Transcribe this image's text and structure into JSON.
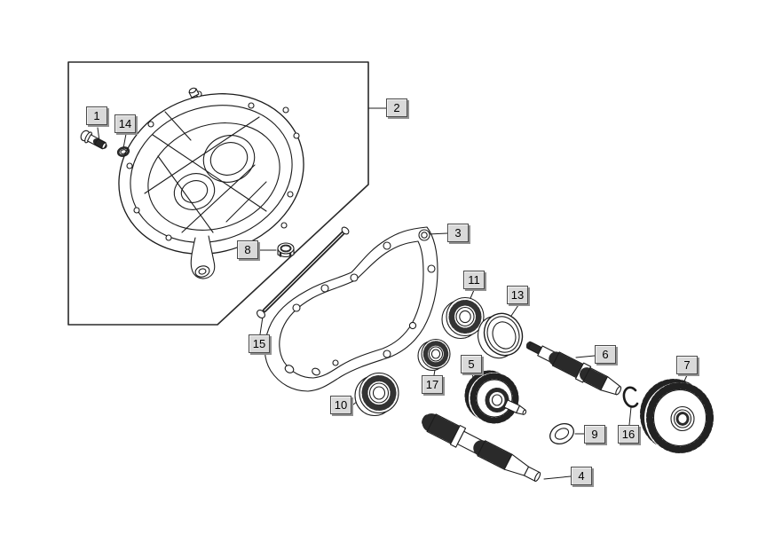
{
  "diagram": {
    "type": "exploded-parts-diagram",
    "background_color": "#ffffff",
    "line_color": "#1c1c1c",
    "callout_box_style": {
      "fill": "#d9d9d9",
      "border": "#4a4a4a",
      "shadow": "#909090",
      "text_color": "#000000"
    },
    "callouts": [
      {
        "number": "1"
      },
      {
        "number": "14"
      },
      {
        "number": "2"
      },
      {
        "number": "8"
      },
      {
        "number": "3"
      },
      {
        "number": "15"
      },
      {
        "number": "11"
      },
      {
        "number": "13"
      },
      {
        "number": "6"
      },
      {
        "number": "7"
      },
      {
        "number": "5"
      },
      {
        "number": "17"
      },
      {
        "number": "10"
      },
      {
        "number": "9"
      },
      {
        "number": "16"
      },
      {
        "number": "4"
      }
    ]
  }
}
